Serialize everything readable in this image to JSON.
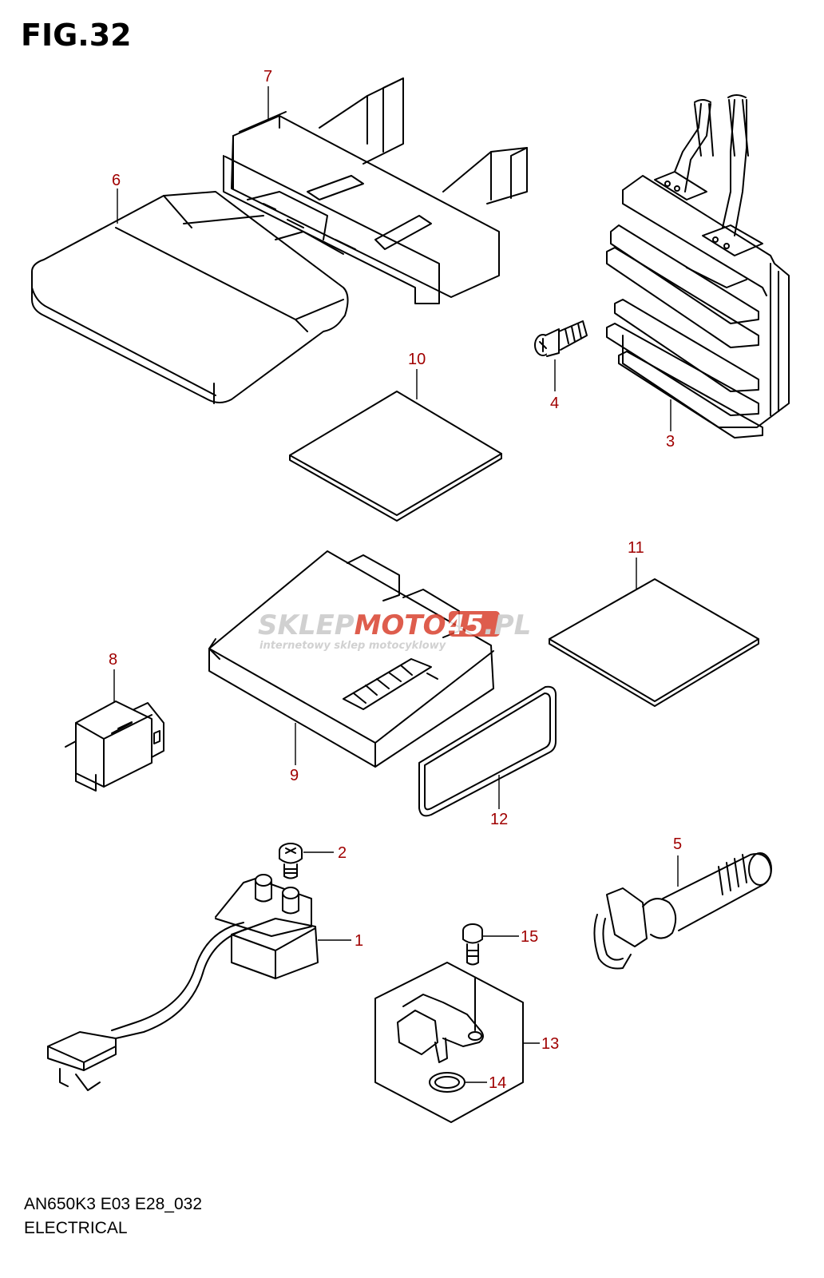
{
  "figure": {
    "title": "FIG.32"
  },
  "footer": {
    "model_code": "AN650K3 E03 E28_032",
    "section_name": "ELECTRICAL"
  },
  "watermark": {
    "text_gray": "SKLEP",
    "text_red": "MOTO",
    "text_box": "45",
    "text_tail": ".PL",
    "tagline": "internetowy sklep motocyklowy"
  },
  "callouts": [
    "1",
    "2",
    "3",
    "4",
    "5",
    "6",
    "7",
    "8",
    "9",
    "10",
    "11",
    "12",
    "13",
    "14",
    "15"
  ],
  "colors": {
    "callout": "#a00000",
    "line": "#000000",
    "watermark_red": "#d9412e",
    "watermark_gray": "#c8c8c8"
  }
}
